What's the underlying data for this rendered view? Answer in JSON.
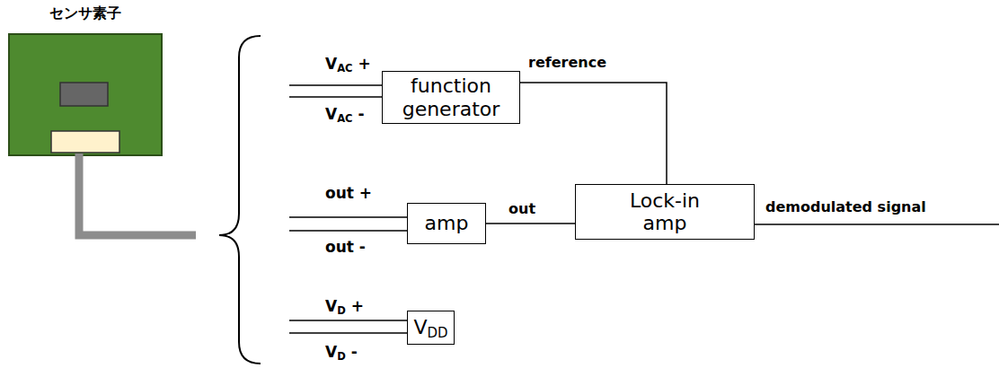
{
  "diagram": {
    "nodes": [
      {
        "text": [
          "センサ素子"
        ]
      },
      {
        "text": [
          "function generator"
        ]
      },
      {
        "text": [
          "amp"
        ]
      },
      {
        "text": [
          "Lock-in amp"
        ]
      },
      {
        "text": [
          "VDD"
        ]
      }
    ],
    "edges": [
      {
        "from": 1,
        "to": 3,
        "label": "reference",
        "arrow": "none"
      },
      {
        "from": 2,
        "to": 3,
        "label": "out",
        "arrow": "none"
      }
    ],
    "labels": [
      "VAC +",
      "VAC -",
      "out +",
      "out -",
      "VD +",
      "VD -",
      "demodulated signal"
    ]
  }
}
